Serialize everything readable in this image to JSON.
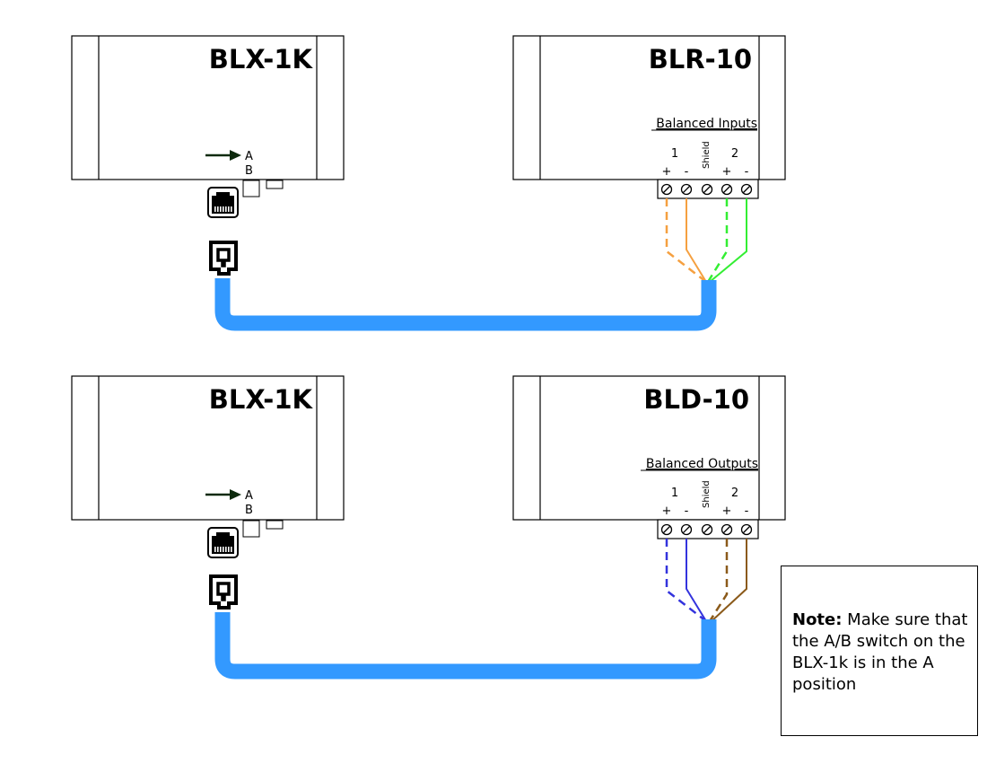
{
  "diagram": {
    "top": {
      "source_title": "BLX-1K",
      "dest_title": "BLR-10",
      "terminal_label": "Balanced Inputs"
    },
    "bottom": {
      "source_title": "BLX-1K",
      "dest_title": "BLD-10",
      "terminal_label": "Balanced Outputs"
    },
    "switch_labels": {
      "a": "A",
      "b": "B"
    },
    "channel_labels": {
      "one": "1",
      "two": "2",
      "shield": "Shield",
      "plus": "+",
      "minus": "-"
    },
    "terminal_glyph": "⊘",
    "colors": {
      "cable": "#3399ff",
      "top_pair_1": "#f5a040",
      "top_pair_2": "#33ee33",
      "bottom_pair_1": "#3333dd",
      "bottom_pair_2": "#8b5a1a",
      "arrow": "#0d2a0d"
    }
  },
  "note": {
    "bold": "Note:",
    "text": " Make sure that the A/B switch on the BLX-1k is in the A position"
  }
}
